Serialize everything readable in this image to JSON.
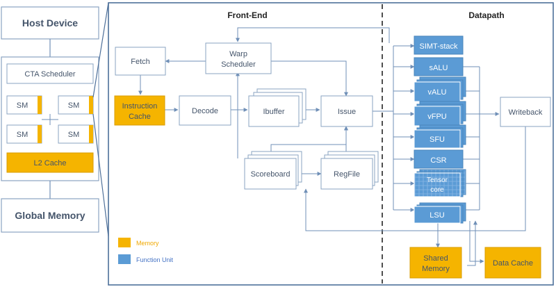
{
  "colors": {
    "line": "#6f8fb7",
    "box_stroke": "#8aa3c2",
    "text": "#44546a",
    "memory": "#f5b400",
    "memory_stroke": "#d99c00",
    "func": "#5b9bd5",
    "func_stroke": "#4a85bb",
    "panel_stroke": "#4d6f99",
    "divider": "#222222",
    "legend_text": "#f0a800",
    "legend_text_func": "#4472c4"
  },
  "left": {
    "host": "Host Device",
    "cta": "CTA Scheduler",
    "sm1": "SM",
    "sm2": "SM",
    "sm3": "SM",
    "sm4": "SM",
    "l2": "L2 Cache",
    "global": "Global Memory"
  },
  "titles": {
    "frontend": "Front-End",
    "datapath": "Datapath"
  },
  "frontend": {
    "fetch": "Fetch",
    "warp_line1": "Warp",
    "warp_line2": "Scheduler",
    "icache_line1": "Instruction",
    "icache_line2": "Cache",
    "decode": "Decode",
    "ibuffer": "Ibuffer",
    "issue": "Issue",
    "scoreboard": "Scoreboard",
    "regfile": "RegFile"
  },
  "datapath": {
    "units": [
      "SIMT-stack",
      "sALU",
      "vALU",
      "vFPU",
      "SFU",
      "CSR",
      "Tensor",
      "core",
      "LSU"
    ],
    "writeback": "Writeback",
    "shared_line1": "Shared",
    "shared_line2": "Memory",
    "dcache": "Data Cache"
  },
  "legend": {
    "memory": "Memory",
    "function_unit": "Function Unit"
  }
}
